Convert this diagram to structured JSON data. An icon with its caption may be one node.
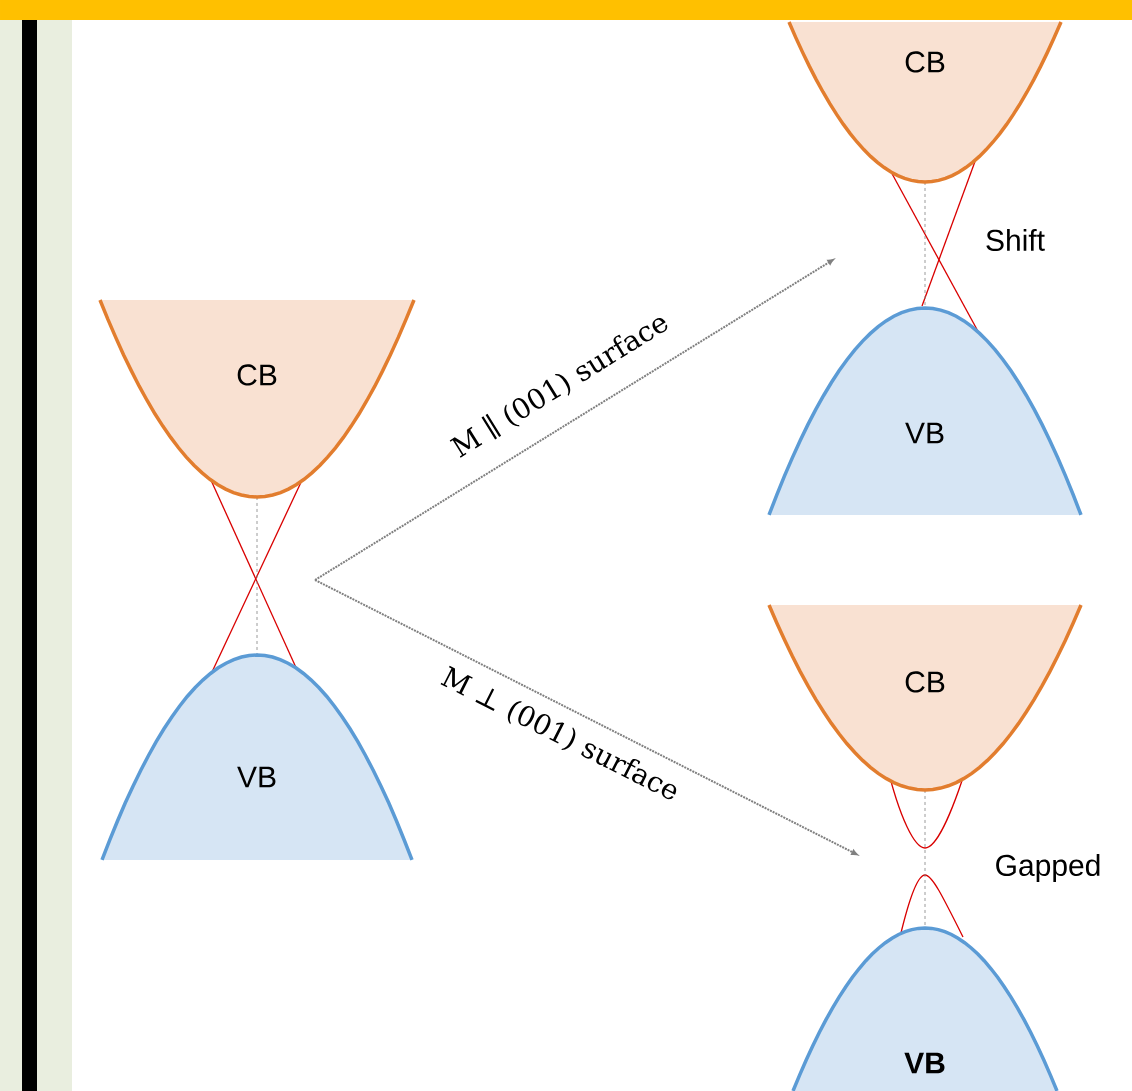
{
  "diagram": {
    "nodes": [
      {
        "text": [
          "CB"
        ]
      },
      {
        "text": [
          "VB"
        ]
      },
      {
        "text": [
          "CB"
        ]
      },
      {
        "text": [
          "VB"
        ]
      },
      {
        "text": [
          "CB"
        ]
      },
      {
        "text": [
          "VB"
        ]
      }
    ],
    "labels": [
      "M ∥ (001) surface",
      "Shift",
      "M ⊥ (001) surface",
      "Gapped"
    ]
  }
}
